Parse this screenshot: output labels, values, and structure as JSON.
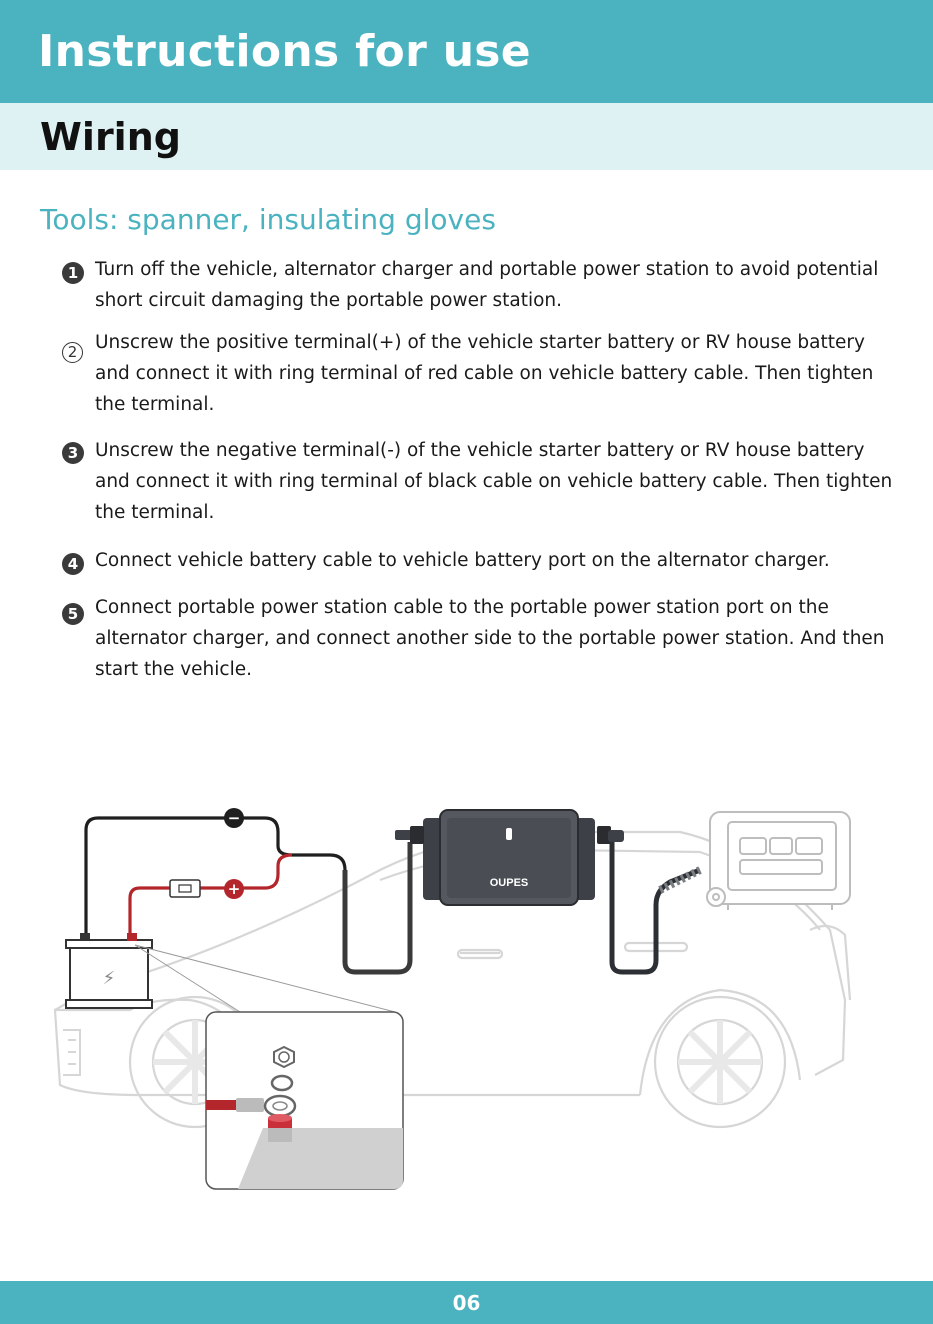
{
  "header": {
    "title": "Instructions for use"
  },
  "section": {
    "title": "Wiring"
  },
  "tools": "Tools: spanner, insulating gloves",
  "steps": [
    {
      "number": "1",
      "text": "Turn off the vehicle, alternator charger and portable power station to avoid potential short circuit damaging the portable power station."
    },
    {
      "number": "2",
      "text": "Unscrew the positive terminal(+) of the vehicle starter battery or RV house battery and connect it with ring terminal of red cable on vehicle battery cable. Then tighten the terminal."
    },
    {
      "number": "3",
      "text": "Unscrew the negative terminal(-) of the vehicle starter battery or RV house battery and connect it with ring terminal of  black cable on vehicle battery cable. Then tighten the terminal."
    },
    {
      "number": "4",
      "text": "Connect vehicle battery cable to vehicle battery port on the alternator charger."
    },
    {
      "number": "5",
      "text": "Connect portable power station cable  to the portable power station port on the alternator charger, and connect another side to the portable power station. And then start the vehicle."
    }
  ],
  "diagram": {
    "brand_label": "OUPES",
    "negative_symbol": "−",
    "positive_symbol": "+",
    "battery_symbol": "⚡"
  },
  "footer": {
    "page_number": "06"
  },
  "colors": {
    "accent": "#4bb3c0",
    "section_band": "#def1f3",
    "red_cable": "#b3262b",
    "black_cable": "#1f1f1f"
  }
}
